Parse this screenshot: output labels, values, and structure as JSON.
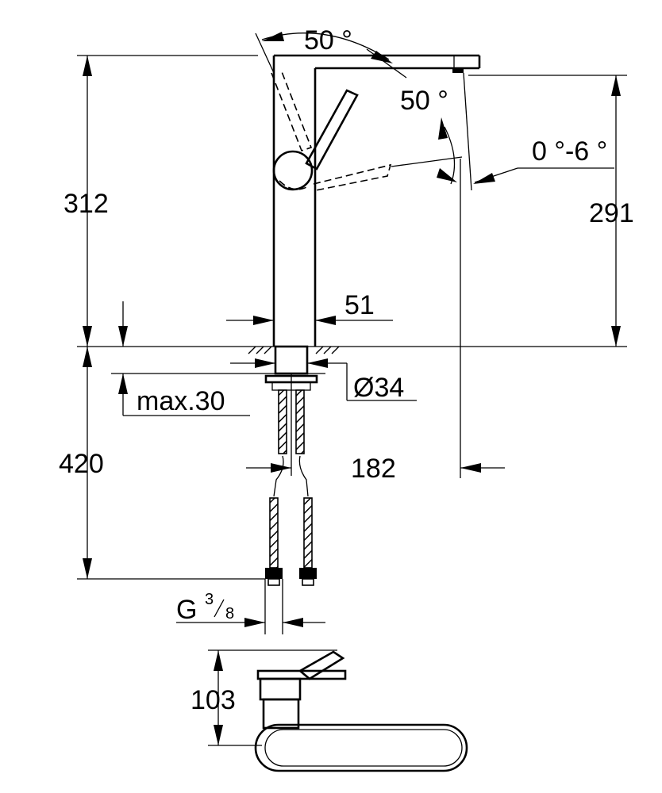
{
  "dimensions": {
    "height_total": "312",
    "spout_height": "291",
    "body_width": "51",
    "base_diameter": "Ø34",
    "max_counter_thickness": "max.30",
    "hose_length": "420",
    "projection": "182",
    "handle_height": "103",
    "thread_main": "G",
    "thread_num": "3",
    "thread_den": "8",
    "angle_top": "50 °",
    "angle_side": "50 °",
    "spout_tilt": "0 °-6 °"
  }
}
